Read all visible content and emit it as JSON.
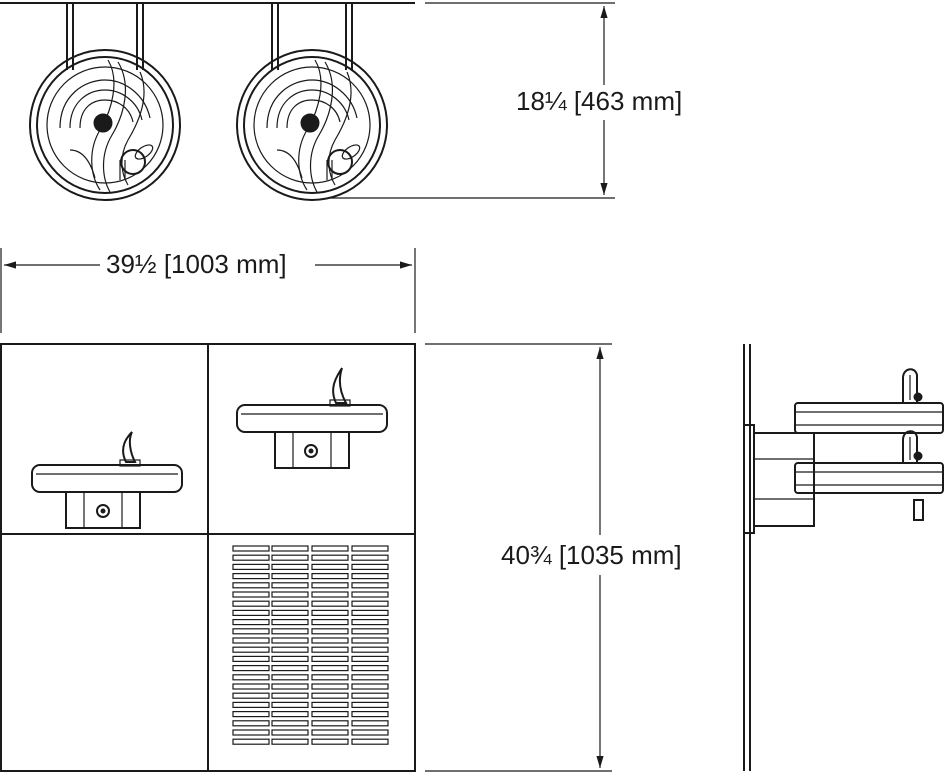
{
  "dimensions": {
    "depth": "18¼ [463 mm]",
    "width": "39½ [1003 mm]",
    "height": "40¾ [1035 mm]"
  },
  "colors": {
    "line": "#1a1a1a",
    "background": "#ffffff"
  }
}
